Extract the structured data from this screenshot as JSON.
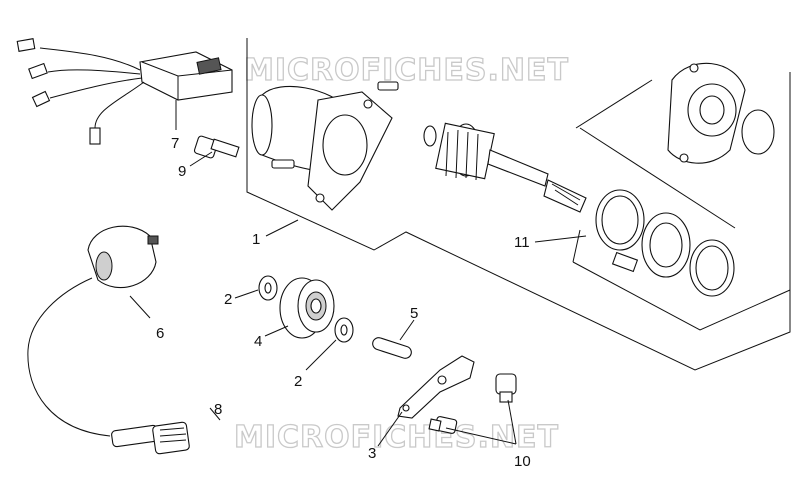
{
  "watermark": {
    "top": "MICROFICHES.NET",
    "bottom": "MICROFICHES.NET"
  },
  "callouts": {
    "c1": "1",
    "c2a": "2",
    "c2b": "2",
    "c3": "3",
    "c4": "4",
    "c5": "5",
    "c6": "6",
    "c7": "7",
    "c8": "8",
    "c9": "9",
    "c10": "10",
    "c11": "11"
  },
  "parts": [
    "regulator-with-wires",
    "starter-motor-assembly",
    "bolt",
    "ignition-coil",
    "spark-plug-cap",
    "washer",
    "starter-gear",
    "pin",
    "bracket",
    "screw",
    "seal-kit"
  ]
}
